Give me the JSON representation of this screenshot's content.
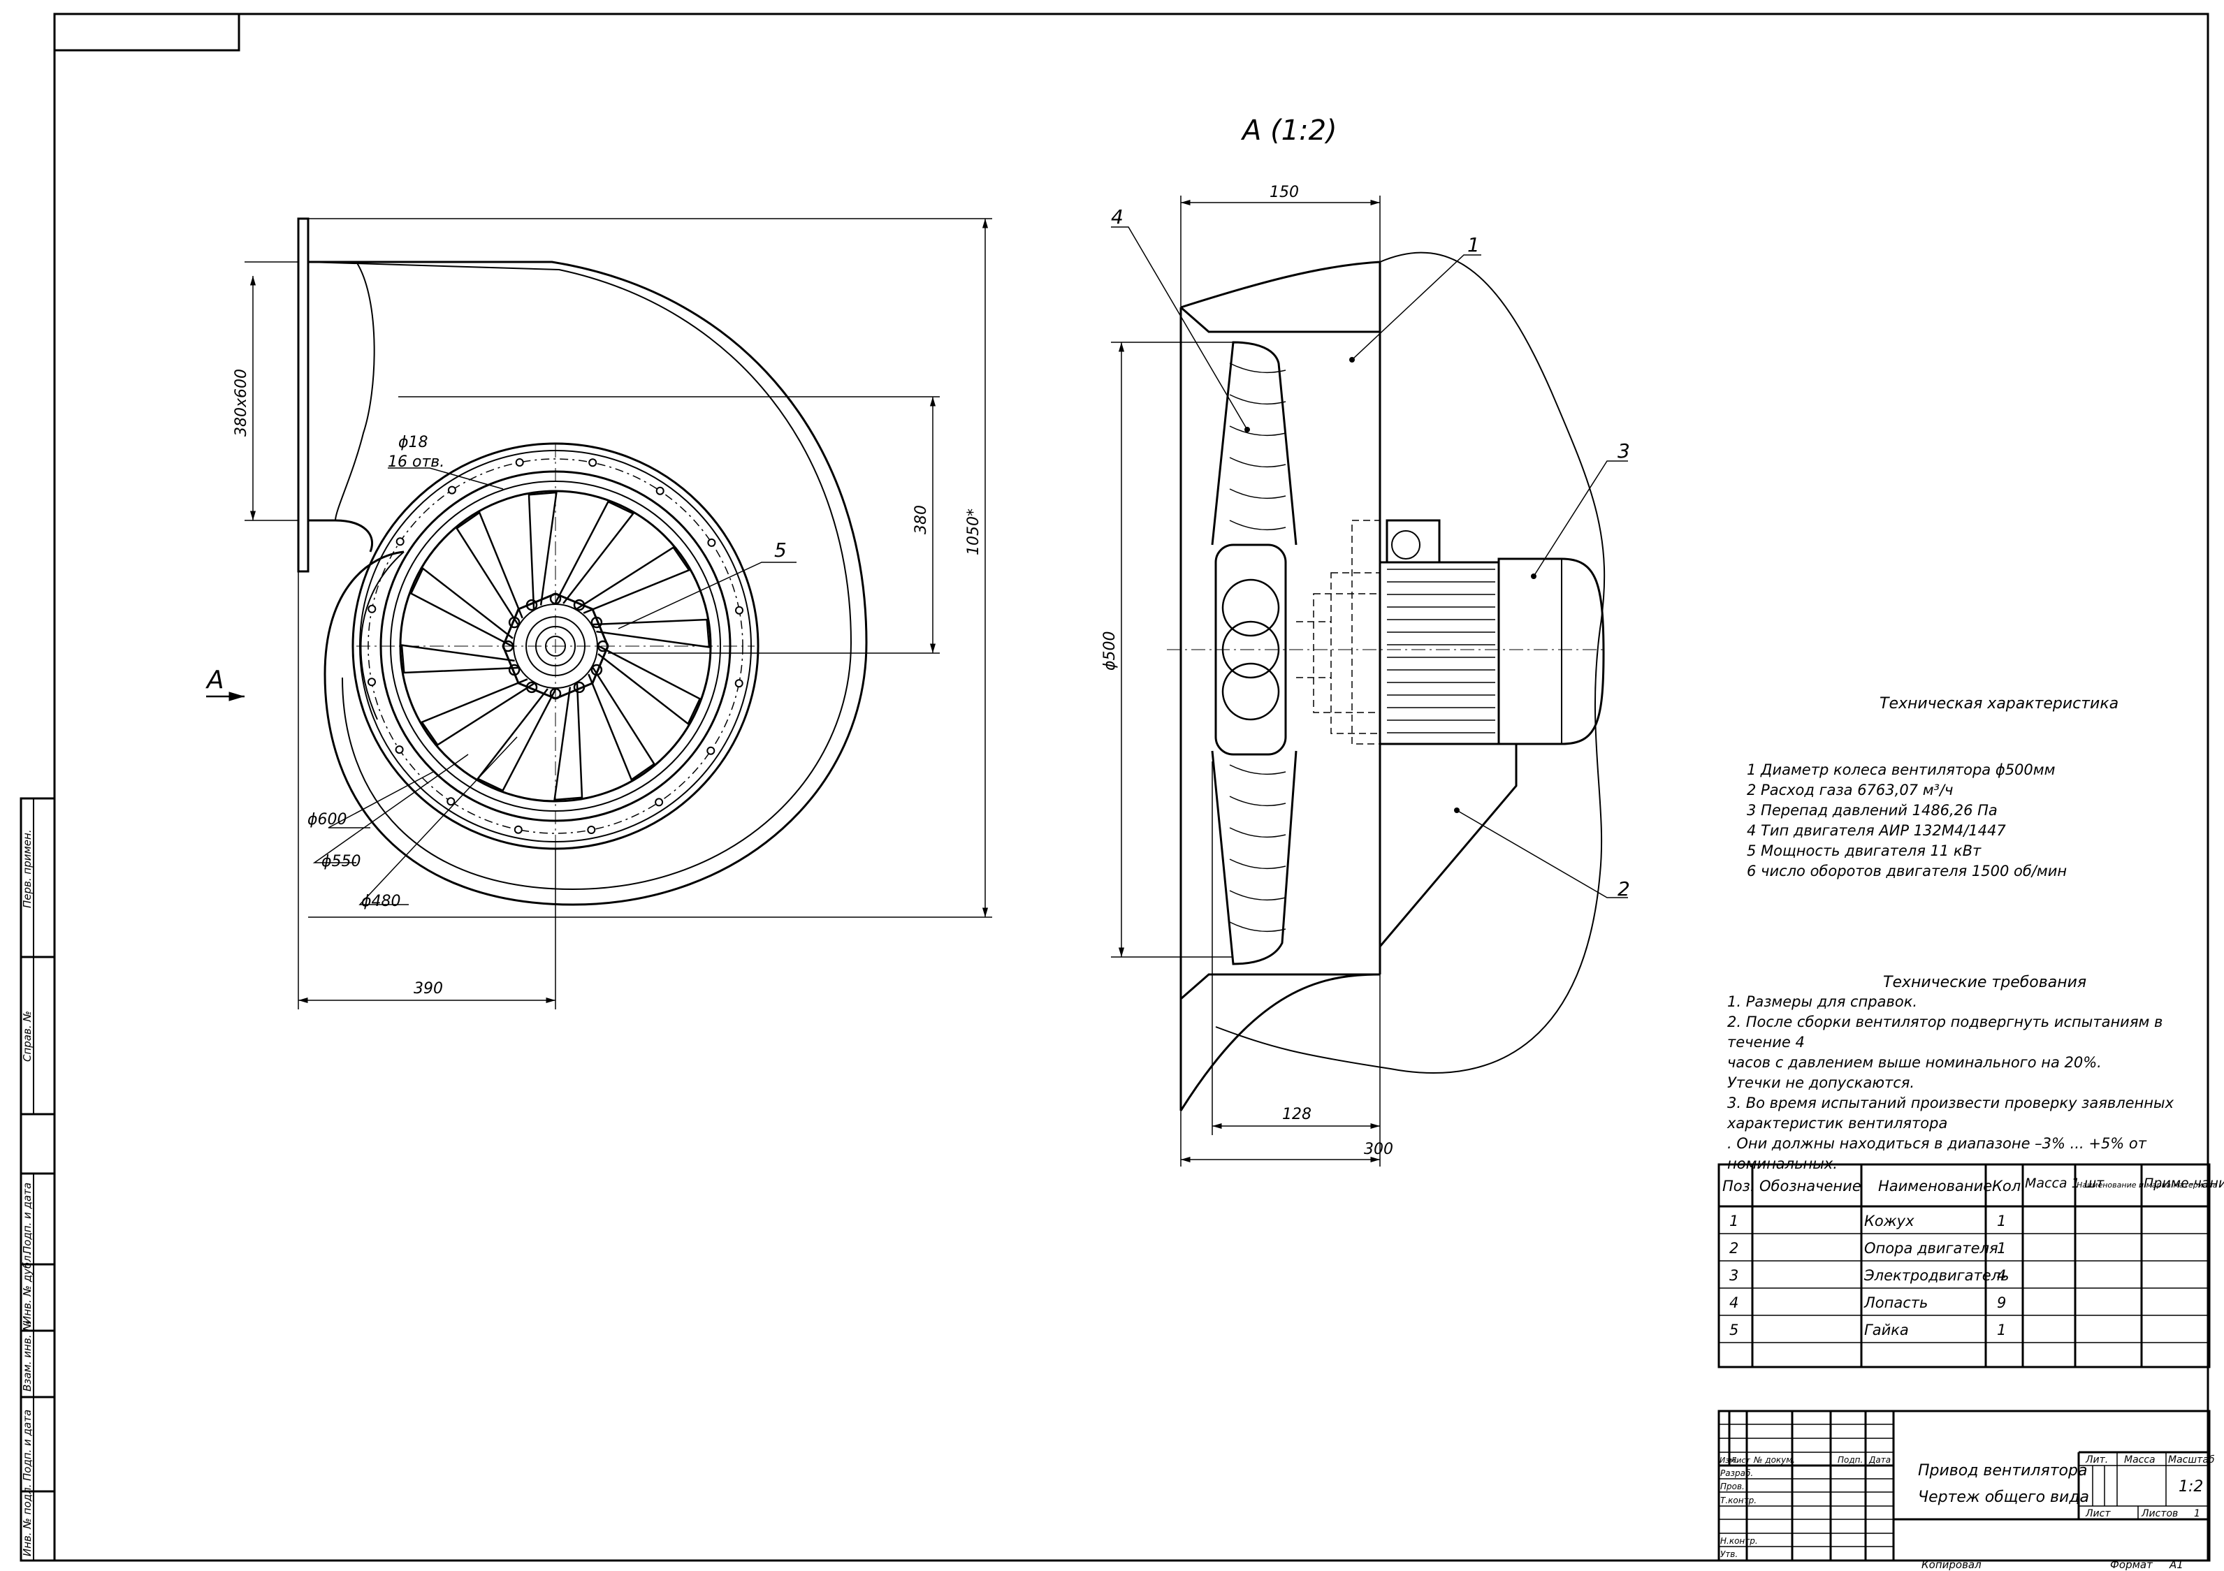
{
  "view_label": "А (1:2)",
  "section_arrow_label": "А",
  "dimensions": {
    "d18": "ϕ18",
    "holes": "16 отв.",
    "d600": "ϕ600",
    "d550": "ϕ550",
    "d480": "ϕ480",
    "w390": "390",
    "h380x600": "380х600",
    "h380": "380",
    "h1050": "1050*",
    "w150": "150",
    "d500": "ϕ500",
    "w128": "128",
    "w300": "300"
  },
  "callouts": [
    "1",
    "2",
    "3",
    "4",
    "5"
  ],
  "tech_char": {
    "title": "Техническая характеристика",
    "lines": [
      "1 Диаметр колеса вентилятора ϕ500мм",
      "2 Расход газа 6763,07 м³/ч",
      "3 Перепад давлений 1486,26 Па",
      "4 Тип двигателя АИР 132М4/1447",
      "5 Мощность двигателя 11 кВт",
      "6 число оборотов двигателя 1500 об/мин"
    ]
  },
  "tech_req": {
    "title": "Технические требования",
    "lines": [
      "1. Размеры для справок.",
      "2. После сборки вентилятор подвергнуть испытаниям в течение 4",
      "часов с  давлением выше номинального на 20%.",
      "Утечки не допускаются.",
      "3. Во    время    испытаний    произвести    проверку    заявленных",
      "характеристик  вентилятора",
      ".  Они  должны  находиться   в   диапазоне  –3% ... +5% от номинальных."
    ]
  },
  "spec_table": {
    "headers": [
      "Поз.",
      "Обозначение",
      "Наименование",
      "Кол.",
      "Масса 1 шт",
      "Наименование и марка материала",
      "Приме-чание"
    ],
    "rows": [
      [
        "1",
        "",
        "Кожух",
        "1"
      ],
      [
        "2",
        "",
        "Опора двигателя",
        "1"
      ],
      [
        "3",
        "",
        "Электродвигатель",
        "4"
      ],
      [
        "4",
        "",
        "Лопасть",
        "9"
      ],
      [
        "5",
        "",
        "Гайка",
        "1"
      ]
    ]
  },
  "title_block": {
    "name_line1": "Привод вентилятора",
    "name_line2": "Чертеж общего вида",
    "col_labels": [
      "Изм.",
      "Лист",
      "№ докум.",
      "Подп.",
      "Дата"
    ],
    "row_labels": [
      "Разраб.",
      "Пров.",
      "Т.контр.",
      "",
      "Н.контр.",
      "Утв."
    ],
    "lit": "Лит.",
    "massa": "Масса",
    "masshtab": "Масштаб",
    "scale_value": "1:2",
    "list": "Лист",
    "listov": "Листов",
    "listov_value": "1",
    "kopiroval": "Копировал",
    "format": "Формат",
    "format_value": "А1"
  },
  "side_stamp": [
    "Перв. примен.",
    "Справ. №",
    "Подп. и дата",
    "Инв. № дубл.",
    "Взам. инв. №",
    "Подп. и дата",
    "Инв. № подл."
  ]
}
